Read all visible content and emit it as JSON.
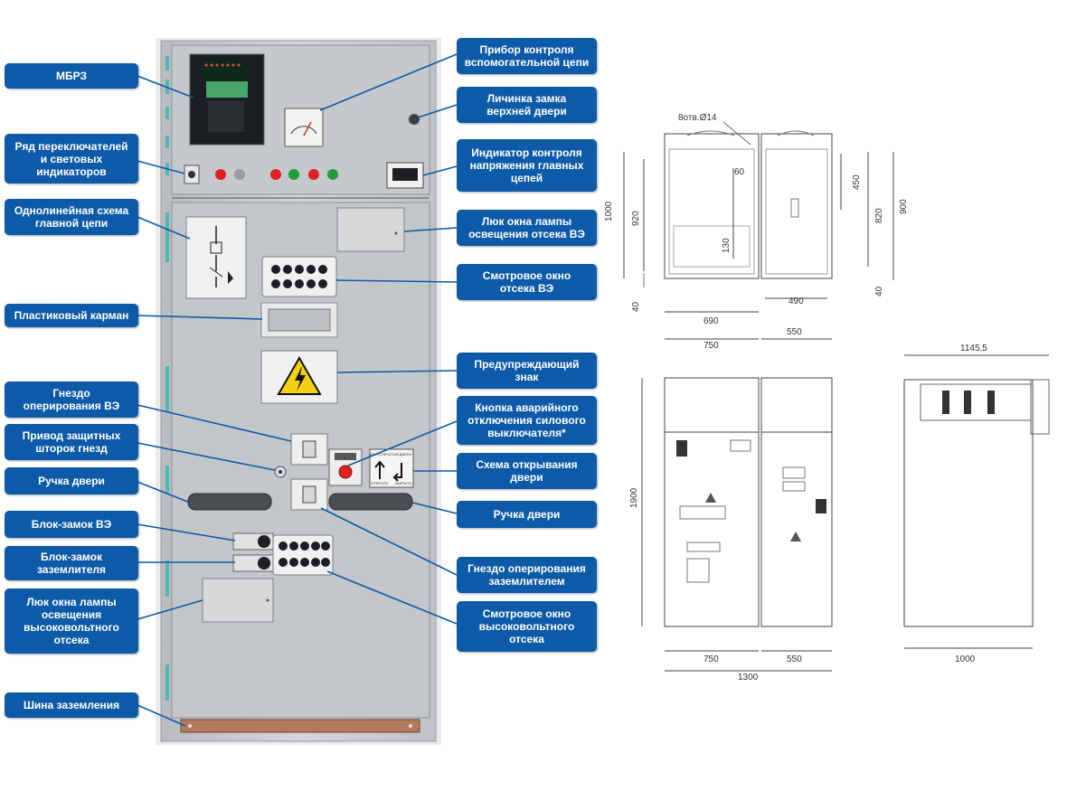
{
  "colors": {
    "callout_bg": "#0d5aa8",
    "cabinet": "#c9cccf",
    "warning_yellow": "#f3d10f",
    "button_red": "#e02121",
    "button_green": "#1f9e3a",
    "ground_bar": "#b37a5d",
    "teal_stripe": "#4fb8b2"
  },
  "labels": {
    "mbrz": "МБРЗ",
    "switch_row": "Ряд переключателей\nи световых\nиндикаторов",
    "single_line": "Однолинейная схема\nглавной цепи",
    "plastic_pocket": "Пластиковый карман",
    "ve_socket": "Гнездо\nоперирования ВЭ",
    "shutter_drive": "Привод защитных\nшторок гнезд",
    "door_handle_left": "Ручка двери",
    "ve_blocklock": "Блок-замок ВЭ",
    "earth_blocklock": "Блок-замок\nзаземлителя",
    "hv_lamp_hatch": "Люк окна лампы\nосвещения\nвысоковольтного\nотсека",
    "ground_bus": "Шина заземления",
    "aux_meter": "Прибор контроля\nвспомогательной цепи",
    "lock_escutcheon": "Личинка замка\nверхней двери",
    "voltage_indicator": "Индикатор контроля\nнапряжения главных\nцепей",
    "ve_lamp_hatch": "Люк окна лампы\nосвещения отсека ВЭ",
    "ve_viewing_window": "Смотровое окно\nотсека ВЭ",
    "warning_sign": "Предупреждающий\nзнак",
    "emergency_button": "Кнопка аварийного\nотключения силового\nвыключателя*",
    "door_opening_scheme": "Схема открывания\nдвери",
    "door_handle_right": "Ручка двери",
    "earth_socket": "Гнездо оперирования\nзаземлителем",
    "hv_viewing_window": "Смотровое окно\nвысоковольтного\nотсека"
  },
  "drawing": {
    "plan": {
      "holes_note": "8отв.Ø14",
      "dims": [
        "1000",
        "920",
        "60",
        "130",
        "450",
        "820",
        "900",
        "40",
        "40",
        "690",
        "490",
        "750",
        "550"
      ]
    },
    "front": {
      "dims": [
        "1900",
        "750",
        "550",
        "1300"
      ]
    },
    "side": {
      "dims": [
        "1145.5",
        "1000"
      ]
    }
  },
  "panel": {
    "scheme_texts": [
      "ДЛЯ ОТКРЫТИЯ ДВЕРИ",
      "ОТКРЫТЬ",
      "ЗАКРЫТЬ"
    ]
  }
}
